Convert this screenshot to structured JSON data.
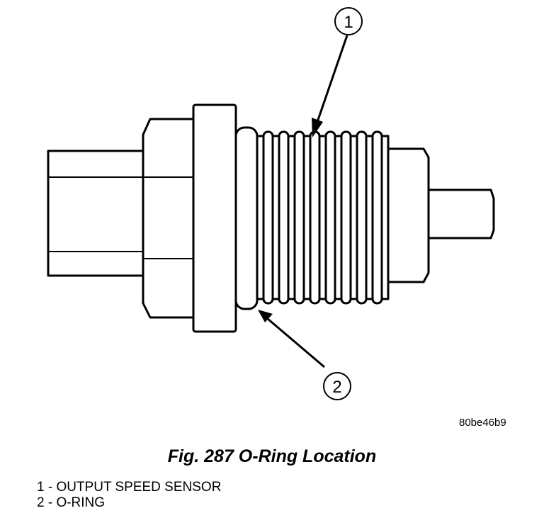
{
  "callouts": [
    {
      "number": "1"
    },
    {
      "number": "2"
    }
  ],
  "image_code": "80be46b9",
  "figure_caption": "Fig. 287 O-Ring Location",
  "legend": [
    "1 - OUTPUT SPEED SENSOR",
    "2 - O-RING"
  ]
}
